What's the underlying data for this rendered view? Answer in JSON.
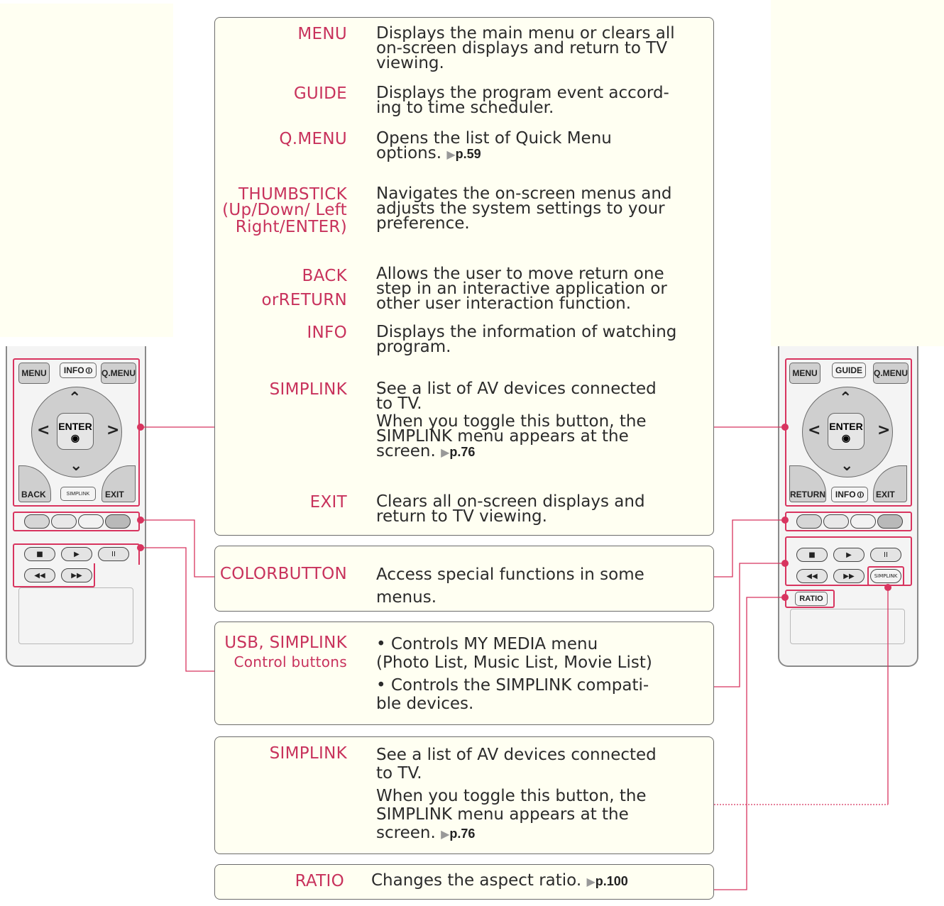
{
  "items": [
    {
      "label": [
        "MENU"
      ],
      "desc": [
        "Displays the main menu or clears all",
        "on-screen displays and return to TV",
        "viewing."
      ]
    },
    {
      "label": [
        "GUIDE"
      ],
      "desc": [
        "Displays the program event accord-",
        "ing to time scheduler."
      ]
    },
    {
      "label": [
        "Q.MENU"
      ],
      "desc": [
        "Opens the list of Quick Menu",
        "options."
      ],
      "page_ref": "p.59"
    },
    {
      "label": [
        "THUMBSTICK",
        "(Up/Down/",
        "Left",
        "Right/ENTER)"
      ],
      "desc": [
        "Navigates the on-screen menus and",
        "adjusts the system settings to your",
        "preference."
      ]
    },
    {
      "label": [
        "BACK or",
        "RETURN"
      ],
      "desc": [
        "Allows the user to move return one",
        "step in an interactive application or",
        "other user interaction function."
      ]
    },
    {
      "label": [
        "INFO"
      ],
      "desc": [
        "Displays the information of watching",
        "program."
      ]
    },
    {
      "label": [
        "SIMPLINK"
      ],
      "desc": [
        "See a list of AV devices connected",
        "to TV.",
        "When you toggle this button, the",
        "SIMPLINK menu appears at the",
        "screen."
      ],
      "page_ref": "p.76"
    },
    {
      "label": [
        "EXIT"
      ],
      "desc": [
        "Clears all on-screen displays and",
        "return to TV viewing."
      ]
    },
    {
      "label": [
        "COLOR",
        "BUTTON"
      ],
      "desc": [
        "Access special functions in some",
        "menus."
      ]
    },
    {
      "label": [
        "USB,",
        "SIMPLINK",
        "Control buttons"
      ],
      "desc": [
        "• Controls MY MEDIA menu",
        "(Photo List, Music List, Movie List)",
        "• Controls the SIMPLINK compati-",
        "ble devices."
      ]
    },
    {
      "label": [
        "SIMPLINK"
      ],
      "desc": [
        "See a list of AV devices connected",
        "to TV.",
        "When you toggle this button, the",
        "SIMPLINK menu appears at the",
        "screen."
      ],
      "page_ref": "p.76"
    },
    {
      "label": [
        "RATIO"
      ],
      "desc": [
        "Changes the aspect ratio."
      ],
      "page_ref": "p.100"
    }
  ],
  "remote_left": {
    "top_buttons": [
      "MENU",
      "INFO",
      "Q.MENU"
    ],
    "center": "ENTER",
    "bottom_buttons": [
      "BACK",
      "SIMPLINK",
      "EXIT"
    ],
    "media_buttons": [
      "■",
      "▶",
      "II",
      "◀◀",
      "▶▶"
    ]
  },
  "remote_right": {
    "top_buttons": [
      "MENU",
      "GUIDE",
      "Q.MENU"
    ],
    "center": "ENTER",
    "bottom_buttons": [
      "RETURN",
      "INFO",
      "EXIT"
    ],
    "media_buttons": [
      "■",
      "▶",
      "II",
      "◀◀",
      "▶▶"
    ],
    "simplink_button": "SIMPLINK",
    "ratio_button": "RATIO"
  },
  "colors": {
    "accent": "#c8325c",
    "leader": "#d8345f",
    "panel": "#fffff2",
    "text": "#2b2b2b"
  }
}
